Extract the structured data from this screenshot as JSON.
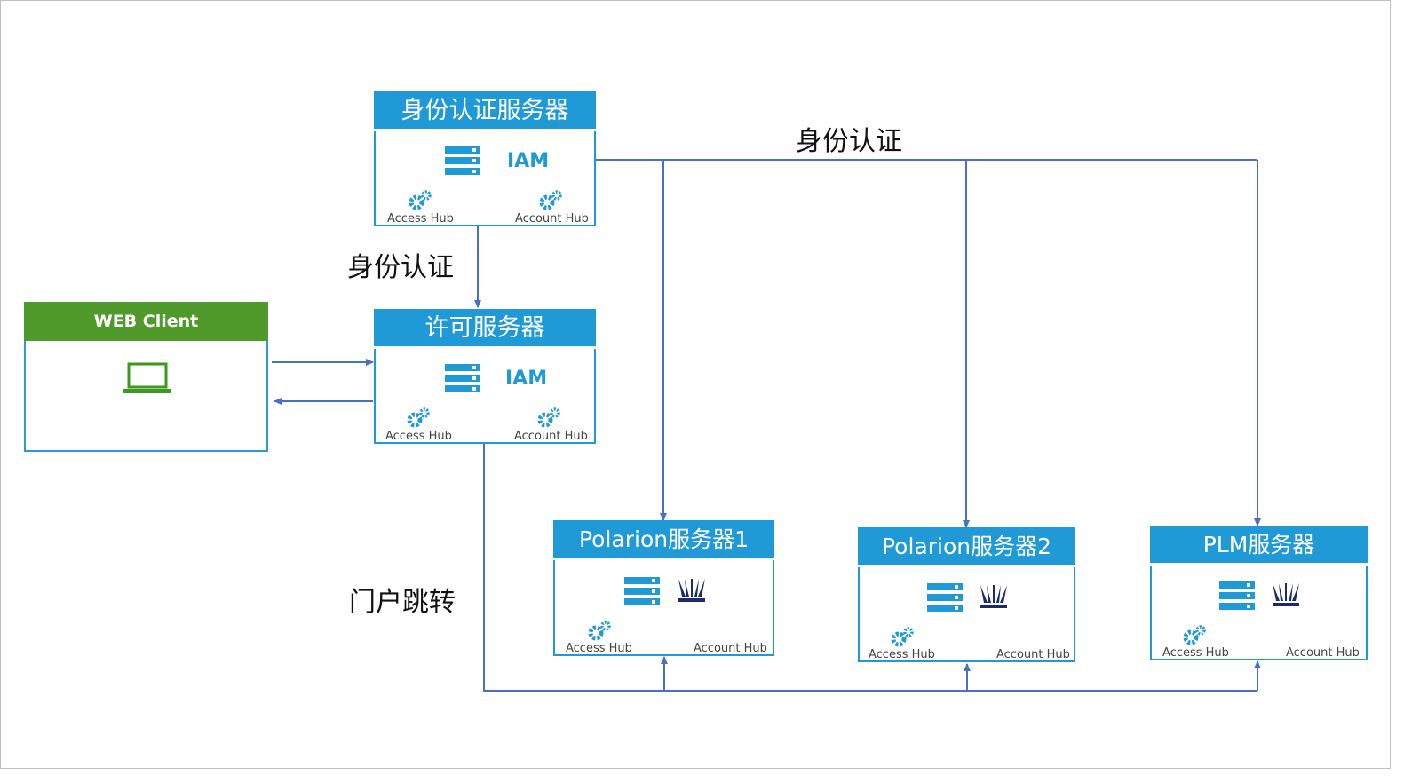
{
  "colors": {
    "accent": "#1f9ad6",
    "web_header": "#4f9a2a",
    "wire": "#4a6fc7",
    "laptop": "#3a9a1e"
  },
  "labels": {
    "auth_top": "身份认证",
    "auth_left": "身份认证",
    "portal": "门户跳转"
  },
  "auth_server": {
    "title": "身份认证服务器",
    "iam": "IAM",
    "access_hub": "Access Hub",
    "account_hub": "Account Hub"
  },
  "license_server": {
    "title": "许可服务器",
    "iam": "IAM",
    "access_hub": "Access Hub",
    "account_hub": "Account Hub"
  },
  "web_client": {
    "title": "WEB Client",
    "icon": "laptop-icon"
  },
  "polarion1": {
    "title": "Polarion服务器1",
    "access_hub": "Access Hub",
    "account_hub": "Account Hub"
  },
  "polarion2": {
    "title": "Polarion服务器2",
    "access_hub": "Access Hub",
    "account_hub": "Account Hub"
  },
  "plm": {
    "title": "PLM服务器",
    "access_hub": "Access Hub",
    "account_hub": "Account Hub"
  },
  "icons": [
    "server-icon",
    "gear-icon",
    "polarion-logo-icon",
    "laptop-icon"
  ]
}
